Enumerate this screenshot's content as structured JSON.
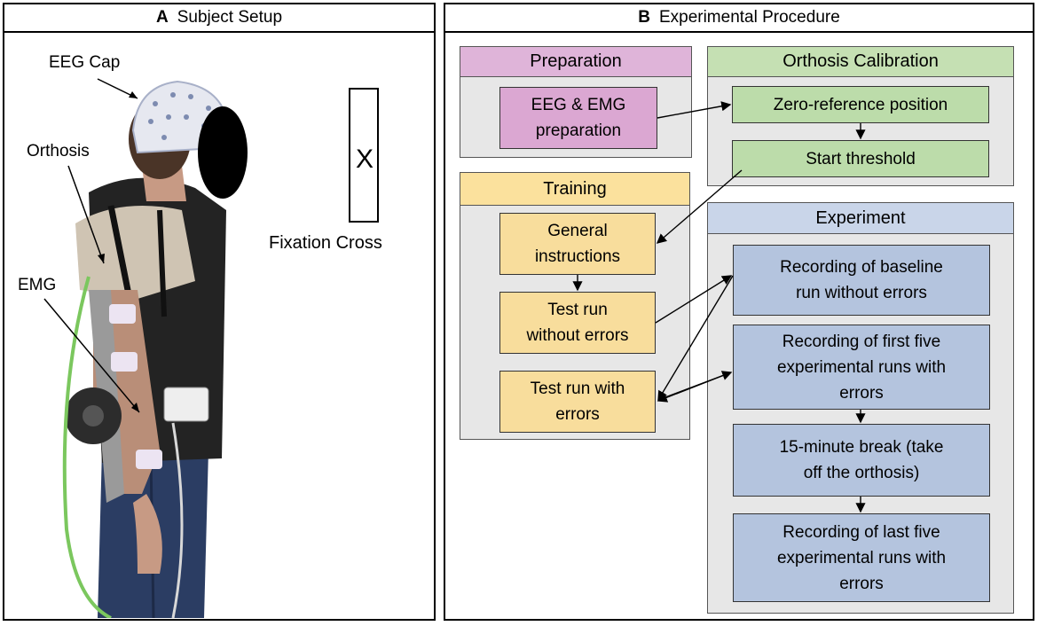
{
  "panel_a": {
    "letter": "A",
    "title": "Subject Setup",
    "labels": {
      "eeg_cap": "EEG Cap",
      "orthosis": "Orthosis",
      "emg": "EMG",
      "fixation_cross": "Fixation Cross",
      "cross_symbol": "X"
    }
  },
  "panel_b": {
    "letter": "B",
    "title": "Experimental Procedure",
    "preparation": {
      "header": "Preparation",
      "boxes": [
        "EEG & EMG\npreparation"
      ]
    },
    "orthosis_calibration": {
      "header": "Orthosis Calibration",
      "boxes": [
        "Zero-reference position",
        "Start threshold"
      ]
    },
    "training": {
      "header": "Training",
      "boxes": [
        "General\ninstructions",
        "Test run\nwithout errors",
        "Test run with\nerrors"
      ]
    },
    "experiment": {
      "header": "Experiment",
      "boxes": [
        "Recording of baseline\nrun without errors",
        "Recording of first five\nexperimental runs with\nerrors",
        "15-minute break (take\noff the orthosis)",
        "Recording of last five\nexperimental runs with\nerrors"
      ]
    }
  },
  "colors": {
    "preparation": "#dba7d2",
    "calibration": "#bcdcaa",
    "training": "#f8dd9c",
    "experiment": "#b4c4de",
    "group_bg": "#e7e7e7"
  }
}
